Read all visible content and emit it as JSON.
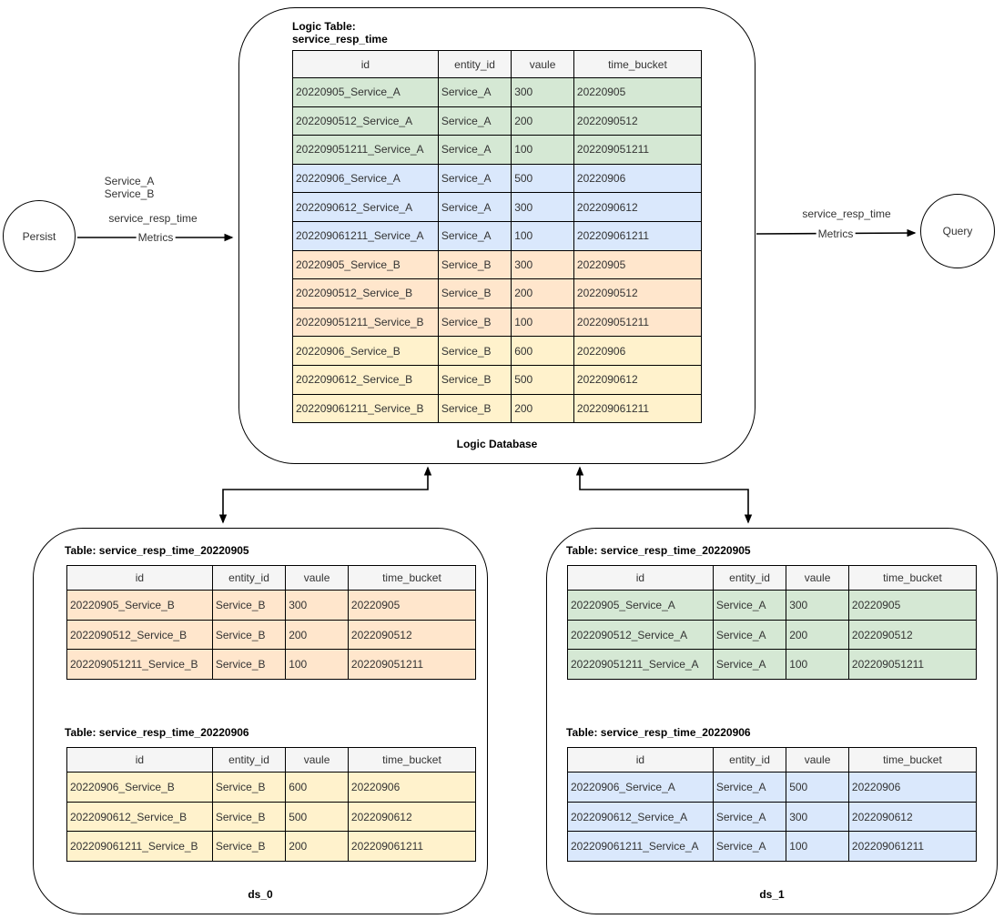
{
  "colors": {
    "green": "#d5e8d4",
    "blue": "#dae8fc",
    "orange": "#ffe6cc",
    "yellow": "#fff2cc",
    "header_bg": "#f5f5f5",
    "stroke": "#000000"
  },
  "nodes": {
    "persist": {
      "label": "Persist"
    },
    "query": {
      "label": "Query"
    }
  },
  "edges": {
    "persist_to_db": {
      "services": [
        "Service_A",
        "Service_B"
      ],
      "metric": "service_resp_time",
      "label": "Metrics"
    },
    "db_to_query": {
      "metric": "service_resp_time",
      "label": "Metrics"
    }
  },
  "logic_db": {
    "title_lines": [
      "Logic Table:",
      "service_resp_time"
    ],
    "footer": "Logic Database",
    "table": {
      "columns": [
        "id",
        "entity_id",
        "vaule",
        "time_bucket"
      ],
      "rows": [
        {
          "cells": [
            "20220905_Service_A",
            "Service_A",
            "300",
            "20220905"
          ],
          "color": "green"
        },
        {
          "cells": [
            "2022090512_Service_A",
            "Service_A",
            "200",
            "2022090512"
          ],
          "color": "green"
        },
        {
          "cells": [
            "202209051211_Service_A",
            "Service_A",
            "100",
            "202209051211"
          ],
          "color": "green"
        },
        {
          "cells": [
            "20220906_Service_A",
            "Service_A",
            "500",
            "20220906"
          ],
          "color": "blue"
        },
        {
          "cells": [
            "2022090612_Service_A",
            "Service_A",
            "300",
            "2022090612"
          ],
          "color": "blue"
        },
        {
          "cells": [
            "202209061211_Service_A",
            "Service_A",
            "100",
            "202209061211"
          ],
          "color": "blue"
        },
        {
          "cells": [
            "20220905_Service_B",
            "Service_B",
            "300",
            "20220905"
          ],
          "color": "orange"
        },
        {
          "cells": [
            "2022090512_Service_B",
            "Service_B",
            "200",
            "2022090512"
          ],
          "color": "orange"
        },
        {
          "cells": [
            "202209051211_Service_B",
            "Service_B",
            "100",
            "202209051211"
          ],
          "color": "orange"
        },
        {
          "cells": [
            "20220906_Service_B",
            "Service_B",
            "600",
            "20220906"
          ],
          "color": "yellow"
        },
        {
          "cells": [
            "2022090612_Service_B",
            "Service_B",
            "500",
            "2022090612"
          ],
          "color": "yellow"
        },
        {
          "cells": [
            "202209061211_Service_B",
            "Service_B",
            "200",
            "202209061211"
          ],
          "color": "yellow"
        }
      ]
    }
  },
  "ds_0": {
    "footer": "ds_0",
    "tables": [
      {
        "title": "Table: service_resp_time_20220905",
        "columns": [
          "id",
          "entity_id",
          "vaule",
          "time_bucket"
        ],
        "rows": [
          {
            "cells": [
              "20220905_Service_B",
              "Service_B",
              "300",
              "20220905"
            ],
            "color": "orange"
          },
          {
            "cells": [
              "2022090512_Service_B",
              "Service_B",
              "200",
              "2022090512"
            ],
            "color": "orange"
          },
          {
            "cells": [
              "202209051211_Service_B",
              "Service_B",
              "100",
              "202209051211"
            ],
            "color": "orange"
          }
        ]
      },
      {
        "title": "Table: service_resp_time_20220906",
        "columns": [
          "id",
          "entity_id",
          "vaule",
          "time_bucket"
        ],
        "rows": [
          {
            "cells": [
              "20220906_Service_B",
              "Service_B",
              "600",
              "20220906"
            ],
            "color": "yellow"
          },
          {
            "cells": [
              "2022090612_Service_B",
              "Service_B",
              "500",
              "2022090612"
            ],
            "color": "yellow"
          },
          {
            "cells": [
              "202209061211_Service_B",
              "Service_B",
              "200",
              "202209061211"
            ],
            "color": "yellow"
          }
        ]
      }
    ]
  },
  "ds_1": {
    "footer": "ds_1",
    "tables": [
      {
        "title": "Table: service_resp_time_20220905",
        "columns": [
          "id",
          "entity_id",
          "vaule",
          "time_bucket"
        ],
        "rows": [
          {
            "cells": [
              "20220905_Service_A",
              "Service_A",
              "300",
              "20220905"
            ],
            "color": "green"
          },
          {
            "cells": [
              "2022090512_Service_A",
              "Service_A",
              "200",
              "2022090512"
            ],
            "color": "green"
          },
          {
            "cells": [
              "202209051211_Service_A",
              "Service_A",
              "100",
              "202209051211"
            ],
            "color": "green"
          }
        ]
      },
      {
        "title": "Table: service_resp_time_20220906",
        "columns": [
          "id",
          "entity_id",
          "vaule",
          "time_bucket"
        ],
        "rows": [
          {
            "cells": [
              "20220906_Service_A",
              "Service_A",
              "500",
              "20220906"
            ],
            "color": "blue"
          },
          {
            "cells": [
              "2022090612_Service_A",
              "Service_A",
              "300",
              "2022090612"
            ],
            "color": "blue"
          },
          {
            "cells": [
              "202209061211_Service_A",
              "Service_A",
              "100",
              "202209061211"
            ],
            "color": "blue"
          }
        ]
      }
    ]
  }
}
